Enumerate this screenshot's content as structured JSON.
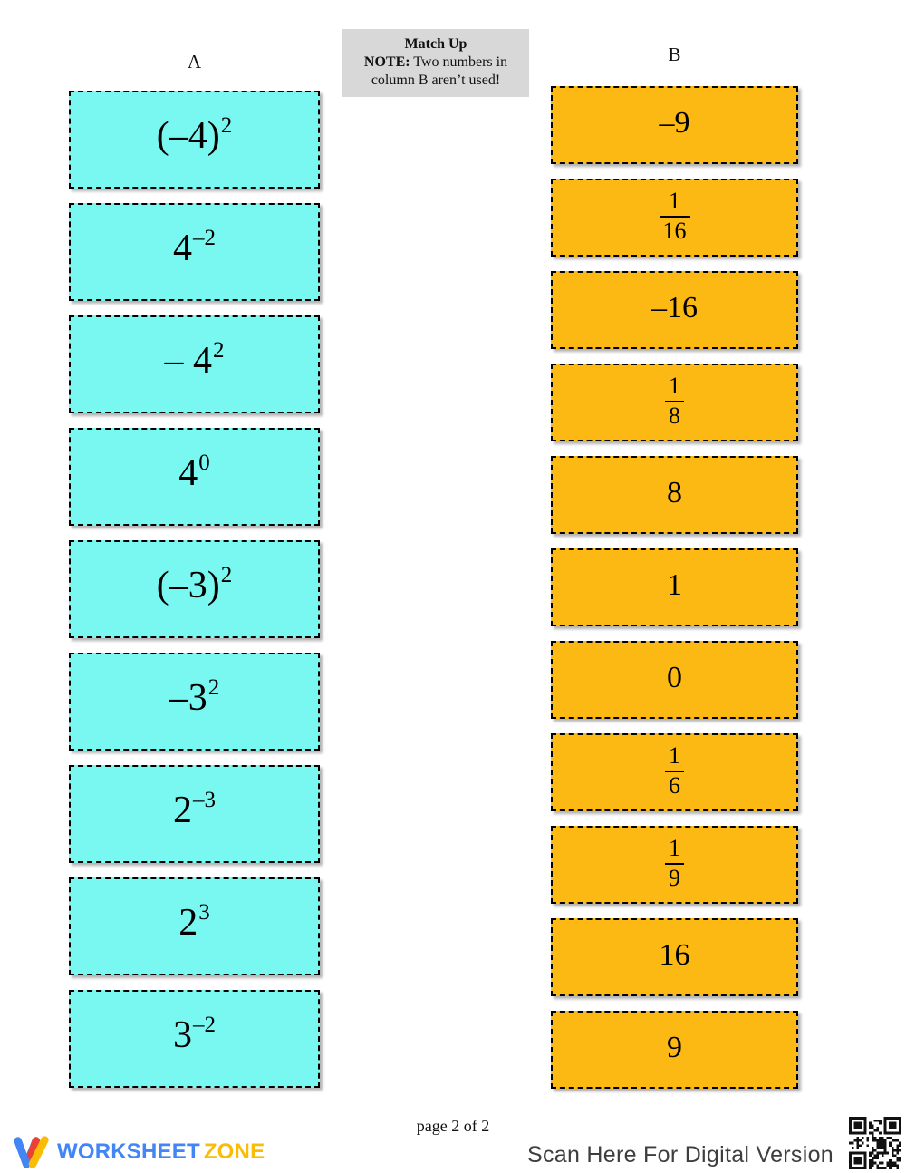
{
  "header": {
    "column_a_label": "A",
    "column_b_label": "B",
    "note_title": "Match Up",
    "note_bold": "NOTE:",
    "note_rest": " Two numbers in column B aren’t used!"
  },
  "column_a": {
    "cards": [
      {
        "base": "(–4)",
        "exp": "2"
      },
      {
        "base": "4",
        "exp": "–2"
      },
      {
        "base": "– 4",
        "exp": "2"
      },
      {
        "base": "4",
        "exp": "0"
      },
      {
        "base": "(–3)",
        "exp": "2"
      },
      {
        "base": "–3",
        "exp": "2"
      },
      {
        "base": "2",
        "exp": "–3"
      },
      {
        "base": "2",
        "exp": "3"
      },
      {
        "base": "3",
        "exp": "–2"
      }
    ]
  },
  "column_b": {
    "cards": [
      {
        "text": "–9"
      },
      {
        "frac": {
          "num": "1",
          "den": "16"
        }
      },
      {
        "text": "–16"
      },
      {
        "frac": {
          "num": "1",
          "den": "8"
        }
      },
      {
        "text": "8"
      },
      {
        "text": "1"
      },
      {
        "text": "0"
      },
      {
        "frac": {
          "num": "1",
          "den": "6"
        }
      },
      {
        "frac": {
          "num": "1",
          "den": "9"
        }
      },
      {
        "text": "16"
      },
      {
        "text": "9"
      }
    ]
  },
  "footer": {
    "page_label": "page 2 of 2",
    "logo_text_primary": "WORKSHEET",
    "logo_text_secondary": "ZONE",
    "scan_label": "Scan Here For Digital Version"
  },
  "colors": {
    "card_a_bg": "#79F8F2",
    "card_b_bg": "#FDB913",
    "note_bg": "#D8D8D8",
    "logo_blue": "#4285F4",
    "logo_yellow": "#FBBC05",
    "logo_red": "#EA4335",
    "scan_text": "#3E3E3E"
  }
}
